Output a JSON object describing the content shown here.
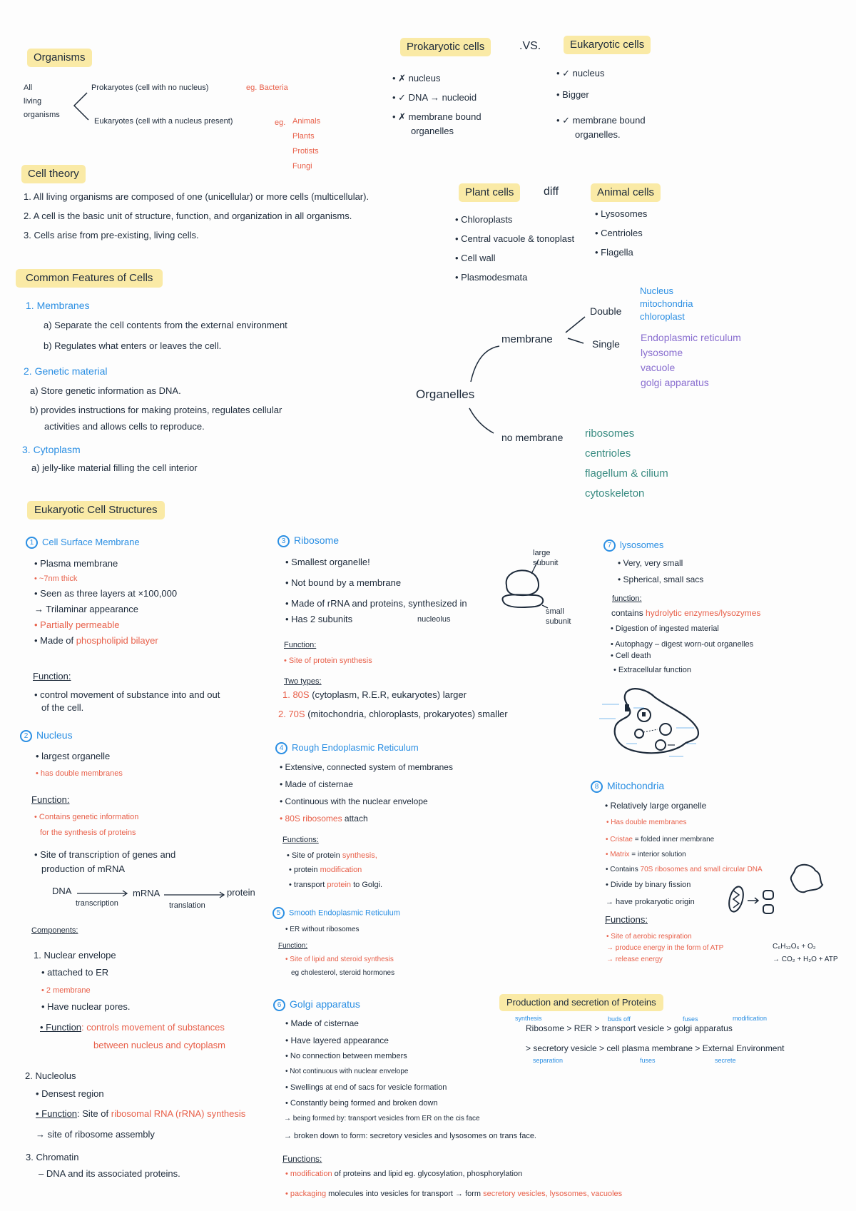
{
  "colors": {
    "highlight": "#faeaa6",
    "ink": "#1d2a3a",
    "red": "#e8604a",
    "blue": "#2b8fe3",
    "purple": "#8a6fd0",
    "teal": "#3a8c82"
  },
  "organisms": {
    "title": "Organisms",
    "root": [
      "All",
      "living",
      "organisms"
    ],
    "prokaryotes": "Prokaryotes (cell with no nucleus)",
    "prokaryotes_eg": "eg. Bacteria",
    "eukaryotes": "Eukaryotes (cell with a nucleus present)",
    "eukaryotes_eg_label": "eg.",
    "eukaryotes_eg": [
      "Animals",
      "Plants",
      "Protists",
      "Fungi"
    ]
  },
  "cell_theory": {
    "title": "Cell theory",
    "items": [
      "1. All living organisms are composed of one (unicellular) or more cells (multicellular).",
      "2. A cell is the basic unit of structure, function, and organization in all organisms.",
      "3. Cells arise from pre-existing, living cells."
    ]
  },
  "pro_vs_euk": {
    "left_title": "Prokaryotic cells",
    "vs": ".VS.",
    "right_title": "Eukaryotic cells",
    "left": [
      "• ✗ nucleus",
      "• ✓ DNA → nucleoid",
      "• ✗ membrane bound",
      "organelles"
    ],
    "right": [
      "• ✓ nucleus",
      "• Bigger",
      "• ✓ membrane bound",
      "organelles."
    ]
  },
  "plant_vs_animal": {
    "left_title": "Plant cells",
    "diff": "diff",
    "right_title": "Animal cells",
    "left": [
      "• Chloroplasts",
      "• Central vacuole & tonoplast",
      "• Cell wall",
      "• Plasmodesmata"
    ],
    "right": [
      "• Lysosomes",
      "• Centrioles",
      "• Flagella"
    ]
  },
  "common_features": {
    "title": "Common Features of Cells",
    "s1_title": "1. Membranes",
    "s1_items": [
      "a) Separate the cell contents from the external environment",
      "b) Regulates what enters or leaves the cell."
    ],
    "s2_title": "2. Genetic material",
    "s2_items": [
      "a) Store genetic information as DNA.",
      "b) provides instructions for making proteins, regulates cellular",
      "activities and allows cells to reproduce."
    ],
    "s3_title": "3. Cytoplasm",
    "s3_items": [
      "a) jelly-like material filling the cell interior"
    ]
  },
  "organelles_map": {
    "root": "Organelles",
    "membrane": "membrane",
    "double": "Double",
    "double_items": [
      "Nucleus",
      "mitochondria",
      "chloroplast"
    ],
    "single": "Single",
    "single_items": [
      "Endoplasmic reticulum",
      "lysosome",
      "vacuole",
      "golgi apparatus"
    ],
    "no_membrane": "no membrane",
    "no_membrane_items": [
      "ribosomes",
      "centrioles",
      "flagellum & cilium",
      "cytoskeleton"
    ]
  },
  "euk_structures": {
    "title": "Eukaryotic Cell Structures",
    "csm": {
      "num": "1",
      "title": "Cell Surface Membrane",
      "items": [
        "• Plasma membrane",
        "• ~7nm thick",
        "• Seen as three layers at ×100,000",
        "→ Trilaminar appearance",
        "• Partially permeable",
        "• Made of"
      ],
      "made_of_red": "phospholipid bilayer",
      "function_label": "Function:",
      "function_items": [
        "• control movement of substance into and out",
        "of the cell."
      ]
    },
    "nucleus": {
      "num": "2",
      "title": "Nucleus",
      "items": [
        "• largest organelle"
      ],
      "red_items": [
        "• has double membranes"
      ],
      "function_label": "Function:",
      "function_red": [
        "• Contains genetic information",
        "for the synthesis of proteins"
      ],
      "function_items": [
        "• Site of transcription of genes and",
        "production of mRNA"
      ],
      "flow": {
        "dna": "DNA",
        "mrna": "mRNA",
        "protein": "protein",
        "transcription": "transcription",
        "translation": "translation"
      },
      "components_label": "Components:",
      "c1_title": "1. Nuclear envelope",
      "c1_items": [
        "• attached to ER",
        "• Have nuclear pores."
      ],
      "c1_red": "• 2 membrane",
      "c1_function_label": "• Function",
      "c1_function": ": controls movement of substances",
      "c1_function_2": "between nucleus and cytoplasm",
      "c2_title": "2. Nucleolus",
      "c2_items": [
        "• Densest region"
      ],
      "c2_function_label": "• Function",
      "c2_function_prefix": ": Site of",
      "c2_function_red": "ribosomal RNA (rRNA) synthesis",
      "c2_arrow": "→ site of ribosome assembly",
      "c3_title": "3. Chromatin",
      "c3_items": [
        "– DNA and its associated proteins."
      ]
    },
    "ribosome": {
      "num": "3",
      "title": "Ribosome",
      "items": [
        "• Smallest organelle!",
        "• Not bound by a membrane",
        "• Made of rRNA and proteins, synthesized in",
        "• Has 2 subunits"
      ],
      "nucleolus_note": "nucleolus",
      "function_label": "Function:",
      "function_red": "• Site of protein synthesis",
      "types_label": "Two types:",
      "type1_red": "1. 80S",
      "type1": "(cytoplasm, R.E.R, eukaryotes) larger",
      "type2_red": "2. 70S",
      "type2": "(mitochondria, chloroplasts, prokaryotes) smaller",
      "diagram": {
        "large": [
          "large",
          "subunit"
        ],
        "small": [
          "small",
          "subunit"
        ]
      }
    },
    "rer": {
      "num": "4",
      "title": "Rough Endoplasmic Reticulum",
      "items": [
        "• Extensive, connected system of membranes",
        "• Made of cisternae",
        "• Continuous with the nuclear envelope"
      ],
      "item4_red": "• 80S ribosomes",
      "item4": "attach",
      "functions_label": "Functions:",
      "f1": "• Site of protein",
      "f1_red": "synthesis,",
      "f2": "• protein",
      "f2_red": "modification",
      "f3": "• transport",
      "f3_red": "protein",
      "f3_end": "to Golgi."
    },
    "ser": {
      "num": "5",
      "title": "Smooth Endoplasmic Reticulum",
      "items": [
        "• ER without ribosomes"
      ],
      "function_label": "Function:",
      "function_red": "• Site of lipid and steroid synthesis",
      "eg": "eg cholesterol, steroid hormones"
    },
    "golgi": {
      "num": "6",
      "title": "Golgi apparatus",
      "items": [
        "• Made of cisternae",
        "• Have layered appearance",
        "• No connection between members",
        "• Not continuous with nuclear envelope",
        "• Swellings at end of sacs for vesicle formation",
        "• Constantly being formed and broken down",
        "→ being formed by: transport vesicles from ER on the cis face",
        "→ broken down to form: secretory vesicles and lysosomes on trans face."
      ],
      "functions_label": "Functions:",
      "f1_red": "• modification",
      "f1": "of proteins and lipid eg. glycosylation, phosphorylation",
      "f2_red": "• packaging",
      "f2": "molecules into vesicles for transport → form",
      "f2_end_red": "secretory vesicles, lysosomes, vacuoles"
    },
    "lysosomes": {
      "num": "7",
      "title": "lysosomes",
      "items": [
        "• Very, very small",
        "• Spherical, small sacs"
      ],
      "function_label": "function:",
      "contains": "contains",
      "contains_red": "hydrolytic enzymes/lysozymes",
      "function_items": [
        "• Digestion of ingested material",
        "• Autophagy – digest worn-out organelles",
        "• Cell death",
        "• Extracellular function"
      ]
    },
    "mitochondria": {
      "num": "8",
      "title": "Mitochondria",
      "items_top": [
        "• Relatively large organelle"
      ],
      "red_1": "• Has double membranes",
      "cristae_red": "• Cristae",
      "cristae": "= folded inner membrane",
      "matrix_red": "• Matrix",
      "matrix": "= interior solution",
      "contains": "• Contains",
      "contains_red": "70S ribosomes and small circular DNA",
      "items_bottom": [
        "• Divide by binary fission",
        "→ have prokaryotic origin"
      ],
      "functions_label": "Functions:",
      "f_red": [
        "• Site of aerobic respiration",
        "→ produce energy in the form of ATP",
        "→ release energy"
      ],
      "equation": [
        "C₆H₁₂O₆ + O₂",
        "→ CO₂ + H₂O + ATP"
      ]
    }
  },
  "protein_secretion": {
    "title": "Production and secretion of Proteins",
    "line1": "Ribosome > RER > transport vesicle > golgi apparatus",
    "line2": "> secretory vesicle > cell plasma membrane > External Environment",
    "labels_top": [
      "synthesis",
      "buds off",
      "fuses",
      "modification"
    ],
    "labels_bottom": [
      "separation",
      "fuses",
      "secrete"
    ]
  }
}
